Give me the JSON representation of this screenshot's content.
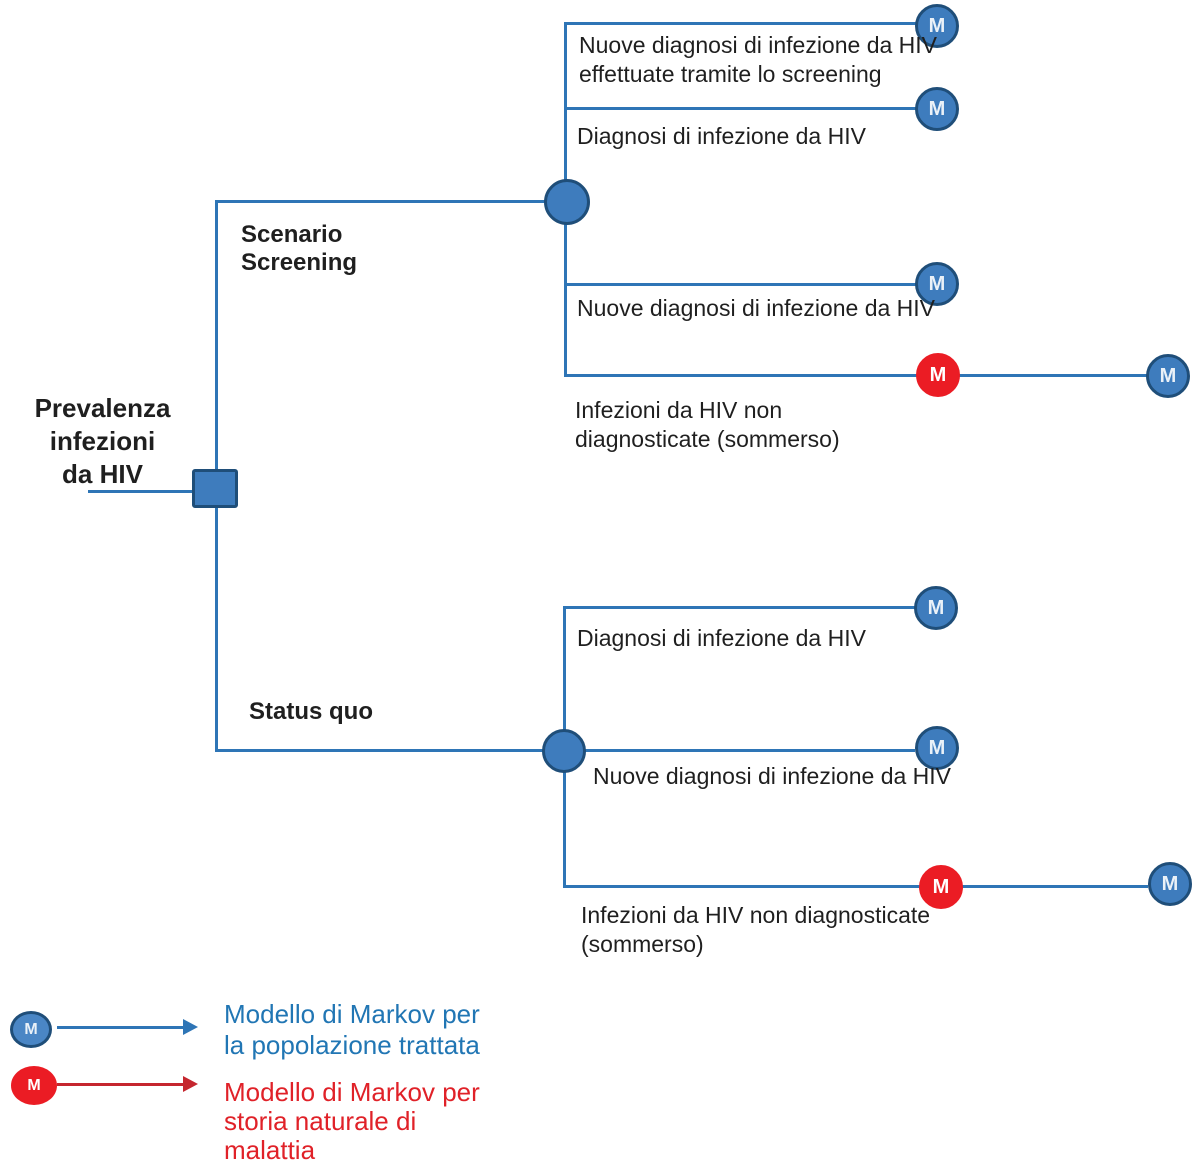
{
  "tree": {
    "marker_letter": "M",
    "root_lines": [
      "Prevalenza",
      "infezioni",
      "da HIV"
    ],
    "scenario_screening_lines": [
      "Scenario",
      "Screening"
    ],
    "status_quo_label": "Status quo",
    "screening_branches": {
      "b1_lines": [
        "Nuove diagnosi di infezione da HIV",
        "effettuate tramite lo screening"
      ],
      "b2": "Diagnosi di infezione da HIV",
      "b3": "Nuove diagnosi di infezione da HIV",
      "b4_lines": [
        "Infezioni da HIV non",
        "diagnosticate (sommerso)"
      ]
    },
    "statusquo_branches": {
      "b1": "Diagnosi di infezione da HIV",
      "b2": "Nuove diagnosi di infezione da HIV",
      "b3_lines": [
        "Infezioni da HIV non diagnosticate",
        "(sommerso)"
      ]
    }
  },
  "legend": {
    "marker_letter": "M",
    "blue_lines": [
      "Modello di Markov per",
      "la popolazione trattata"
    ],
    "red_lines": [
      "Modello di Markov per",
      "storia naturale di",
      "malattia"
    ]
  },
  "colors": {
    "line": "#2E75B6",
    "node_fill": "#3E7CBD",
    "node_border": "#1F4E79",
    "red": "#EB1C24",
    "red_arrow": "#C5262E",
    "text": "#1F1F1F",
    "legend_blue_text": "#2176B4",
    "legend_red_text": "#E02128"
  }
}
